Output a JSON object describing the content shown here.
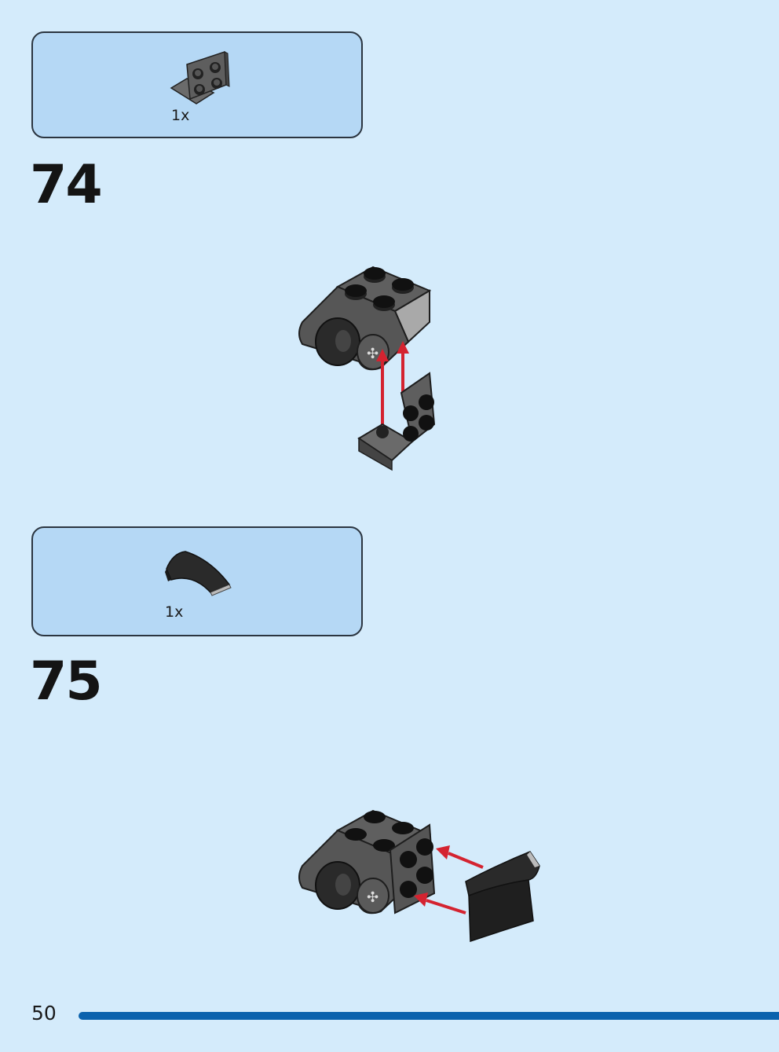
{
  "steps": [
    {
      "number": "74",
      "part_qty": "1x",
      "part": "bracket-plate-icon"
    },
    {
      "number": "75",
      "part_qty": "1x",
      "part": "curved-slope-icon"
    }
  ],
  "page": {
    "number": "50"
  },
  "colors": {
    "background": "#d4ebfb",
    "parts_box": "#b5d8f5",
    "arrow": "#d42330",
    "bar": "#0b62ad"
  }
}
